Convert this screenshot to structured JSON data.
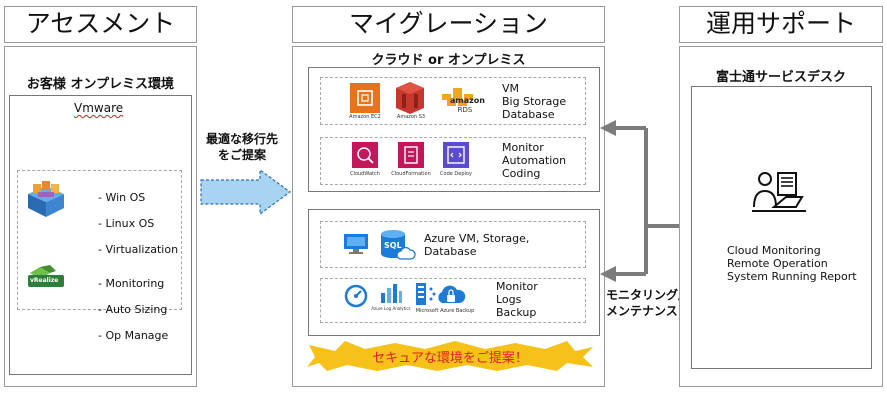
{
  "assessment": {
    "title": "アセスメント",
    "subtitle": "お客様 オンプレミス環境",
    "vmware_label": "Vmware",
    "group1": [
      "- Win OS",
      "- Linux OS",
      "- Virtualization"
    ],
    "group2": [
      "- Monitoring",
      "- Auto Sizing",
      "- Op Manage"
    ],
    "vrealize_badge": "vRealize"
  },
  "migration_arrow_label": "最適な移行先\nをご提案",
  "migration": {
    "title": "マイグレーション",
    "subtitle": "クラウド or オンプレミス",
    "aws": {
      "row1": {
        "icons": [
          "Amazon EC2",
          "Amazon S3",
          "RDS"
        ],
        "amazon_word": "amazon",
        "text": "VM\nBig Storage\nDatabase"
      },
      "row2": {
        "icons": [
          "CloudWatch",
          "CloudFormation",
          "Code Deploy"
        ],
        "text": "Monitor\nAutomation\nCoding"
      }
    },
    "azure": {
      "row1": {
        "sql_label": "SQL",
        "text": "Azure VM, Storage,\nDatabase"
      },
      "row2": {
        "icons": [
          "Azure Log Analytics",
          "Microsoft Azure Backup"
        ],
        "text": "Monitor\nLogs\nBackup"
      }
    },
    "banner": "セキュアな環境をご提案！"
  },
  "monitoring_label": "モニタリング/\nメンテナンス",
  "support": {
    "title": "運用サポート",
    "subtitle": "富士通サービスデスク",
    "items": "Cloud Monitoring\nRemote Operation\nSystem Running Report"
  },
  "colors": {
    "aws_orange": "#e8731a",
    "aws_red": "#c7372f",
    "aws_pink": "#c2185b",
    "aws_purple": "#5a4bd1",
    "azure_blue": "#1b7bd6",
    "banner_yellow": "#f6c21a",
    "banner_red": "#e02020",
    "arrow_blue": "#a8d4f2"
  }
}
